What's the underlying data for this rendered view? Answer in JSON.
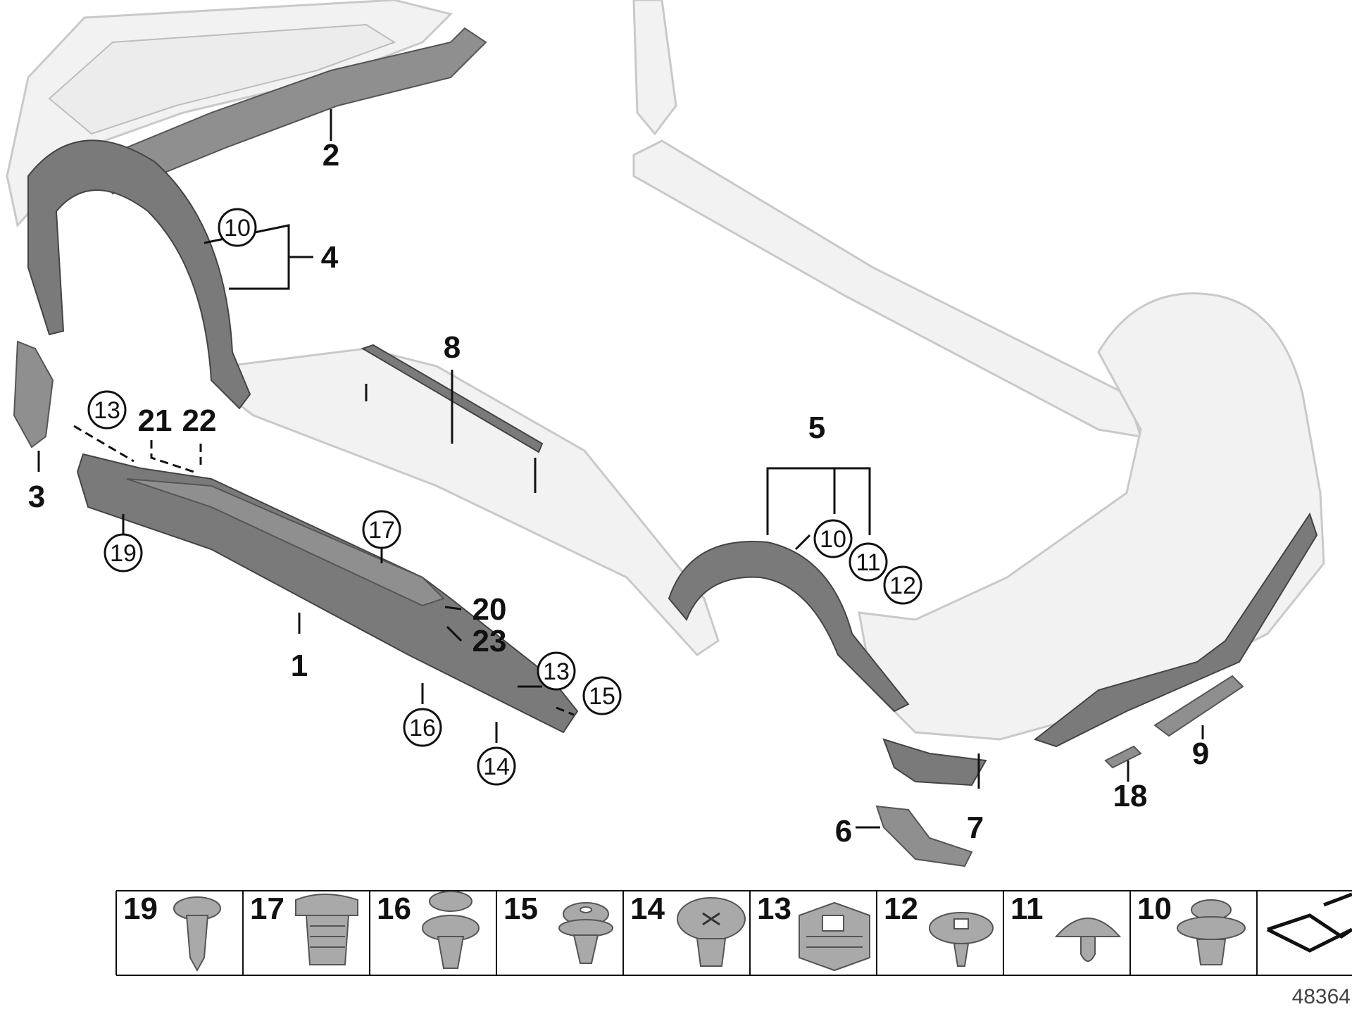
{
  "figure": {
    "reference_number": "48364"
  },
  "callouts": {
    "n1": "1",
    "n2": "2",
    "n3": "3",
    "n4": "4",
    "n5": "5",
    "n6": "6",
    "n7": "7",
    "n8": "8",
    "n9": "9",
    "n18": "18",
    "n20": "20",
    "n21": "21",
    "n22": "22",
    "n23": "23"
  },
  "circled": {
    "c10a": "10",
    "c10b": "10",
    "c11": "11",
    "c12": "12",
    "c13a": "13",
    "c13b": "13",
    "c14": "14",
    "c15": "15",
    "c16": "16",
    "c17": "17",
    "c19": "19"
  },
  "fastener_legend": [
    {
      "number": "19",
      "icon": "push-rivet-icon"
    },
    {
      "number": "17",
      "icon": "expanding-nut-icon"
    },
    {
      "number": "16",
      "icon": "expanding-rivet-icon"
    },
    {
      "number": "15",
      "icon": "push-clip-icon"
    },
    {
      "number": "14",
      "icon": "screw-rivet-icon"
    },
    {
      "number": "13",
      "icon": "clip-nut-icon"
    },
    {
      "number": "12",
      "icon": "torx-screw-icon"
    },
    {
      "number": "11",
      "icon": "mushroom-clip-icon"
    },
    {
      "number": "10",
      "icon": "plug-clip-icon"
    },
    {
      "number": "",
      "icon": "direction-arrow-icon"
    }
  ]
}
